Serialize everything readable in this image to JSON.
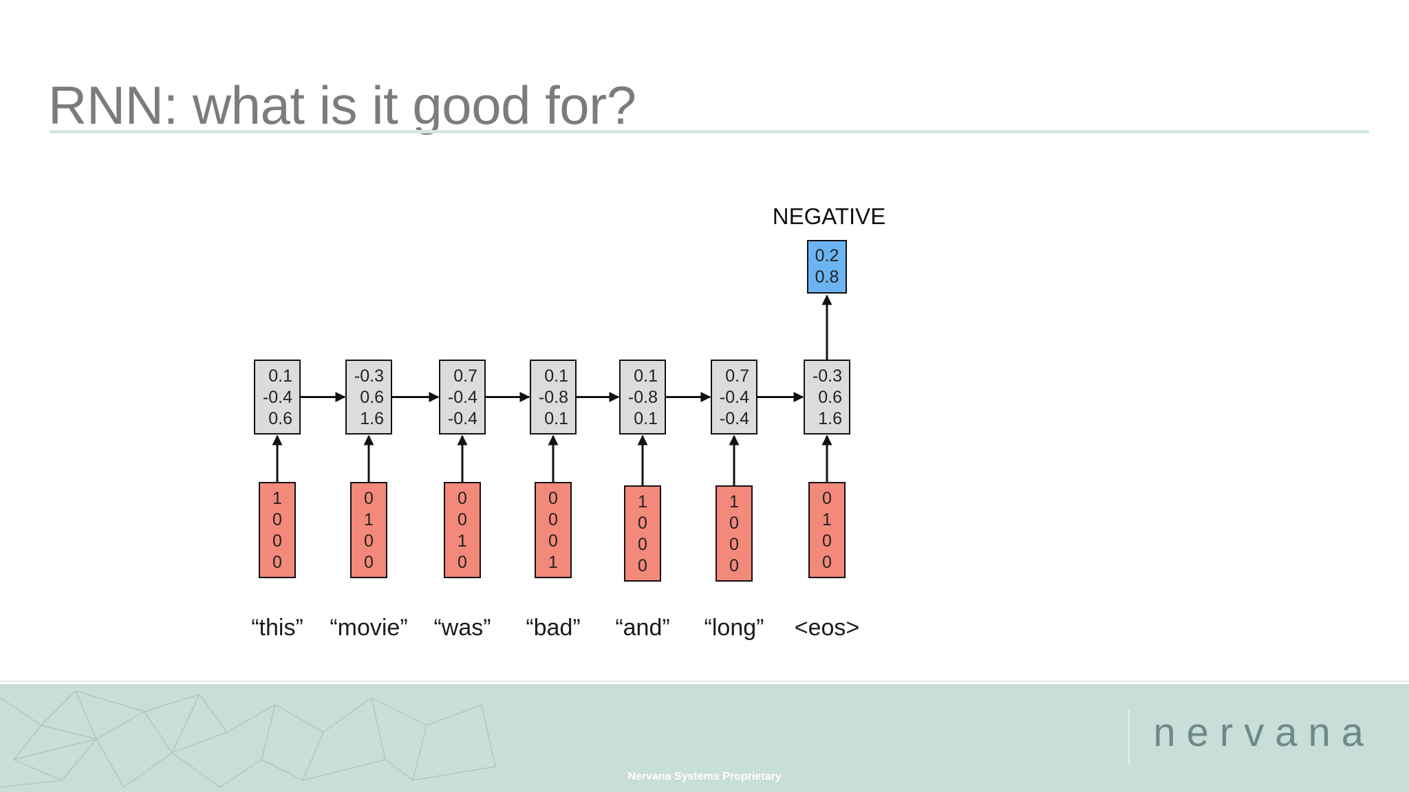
{
  "slide": {
    "title": "RNN: what is it good for?",
    "footer_text": "Nervana Systems Proprietary",
    "brand": "nervana"
  },
  "diagram": {
    "output_label": "NEGATIVE",
    "output_vector": [
      "0.2",
      "0.8"
    ],
    "steps": [
      {
        "word": "“this”",
        "hidden": [
          "0.1",
          "-0.4",
          "0.6"
        ],
        "input": [
          "1",
          "0",
          "0",
          "0"
        ]
      },
      {
        "word": "“movie”",
        "hidden": [
          "-0.3",
          "0.6",
          "1.6"
        ],
        "input": [
          "0",
          "1",
          "0",
          "0"
        ]
      },
      {
        "word": "“was”",
        "hidden": [
          "0.7",
          "-0.4",
          "-0.4"
        ],
        "input": [
          "0",
          "0",
          "1",
          "0"
        ]
      },
      {
        "word": "“bad”",
        "hidden": [
          "0.1",
          "-0.8",
          "0.1"
        ],
        "input": [
          "0",
          "0",
          "0",
          "1"
        ]
      },
      {
        "word": "“and”",
        "hidden": [
          "0.1",
          "-0.8",
          "0.1"
        ],
        "input": [
          "1",
          "0",
          "0",
          "0"
        ]
      },
      {
        "word": "“long”",
        "hidden": [
          "0.7",
          "-0.4",
          "-0.4"
        ],
        "input": [
          "1",
          "0",
          "0",
          "0"
        ]
      },
      {
        "word": "<eos>",
        "hidden": [
          "-0.3",
          "0.6",
          "1.6"
        ],
        "input": [
          "0",
          "1",
          "0",
          "0"
        ]
      }
    ],
    "colors": {
      "hidden_fill": "#dcdcdc",
      "input_fill": "#f3897a",
      "output_fill": "#6cb4f1"
    }
  }
}
